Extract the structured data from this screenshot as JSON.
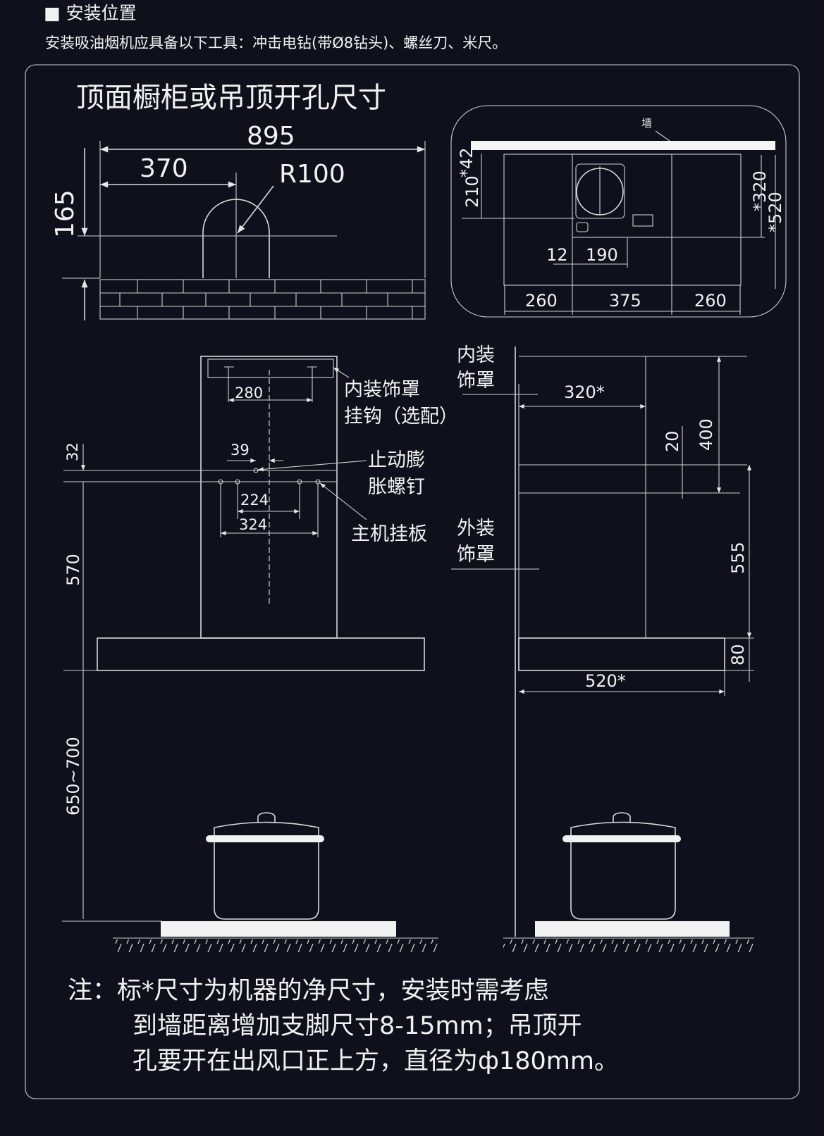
{
  "header": {
    "title": "■ 安装位置",
    "subtitle": "安装吸油烟机应具备以下工具：冲击电钻(带Ø8钻头)、螺丝刀、米尺。"
  },
  "top_left": {
    "title": "顶面橱柜或吊顶开孔尺寸",
    "dim_width": "895",
    "dim_offset": "370",
    "dim_radius": "R100",
    "dim_height": "165"
  },
  "top_right": {
    "wall_label": "墙",
    "dim_42": "*42",
    "dim_210": "210",
    "dim_320": "*320",
    "dim_520": "*520",
    "dim_12": "12",
    "dim_190": "190",
    "dim_260a": "260",
    "dim_375": "375",
    "dim_260b": "260"
  },
  "front_view": {
    "dim_280": "280",
    "dim_32": "32",
    "dim_39": "39",
    "dim_224": "224",
    "dim_324": "324",
    "dim_570": "570",
    "dim_650_700": "650~700",
    "label_hook_1": "内装饰罩",
    "label_hook_2": "挂钩（选配）",
    "label_screw_1": "止动膨",
    "label_screw_2": "胀螺钉",
    "label_plate": "主机挂板"
  },
  "side_view": {
    "label_inner_1": "内装",
    "label_inner_2": "饰罩",
    "label_outer_1": "外装",
    "label_outer_2": "饰罩",
    "dim_320": "320*",
    "dim_20": "20",
    "dim_400": "400",
    "dim_555": "555",
    "dim_80": "80",
    "dim_520": "520*"
  },
  "note": {
    "line1": "注：标*尺寸为机器的净尺寸，安装时需考虑",
    "line2": "到墙距离增加支脚尺寸8-15mm；吊顶开",
    "line3": "孔要开在出风口正上方，直径为ф180mm。"
  }
}
